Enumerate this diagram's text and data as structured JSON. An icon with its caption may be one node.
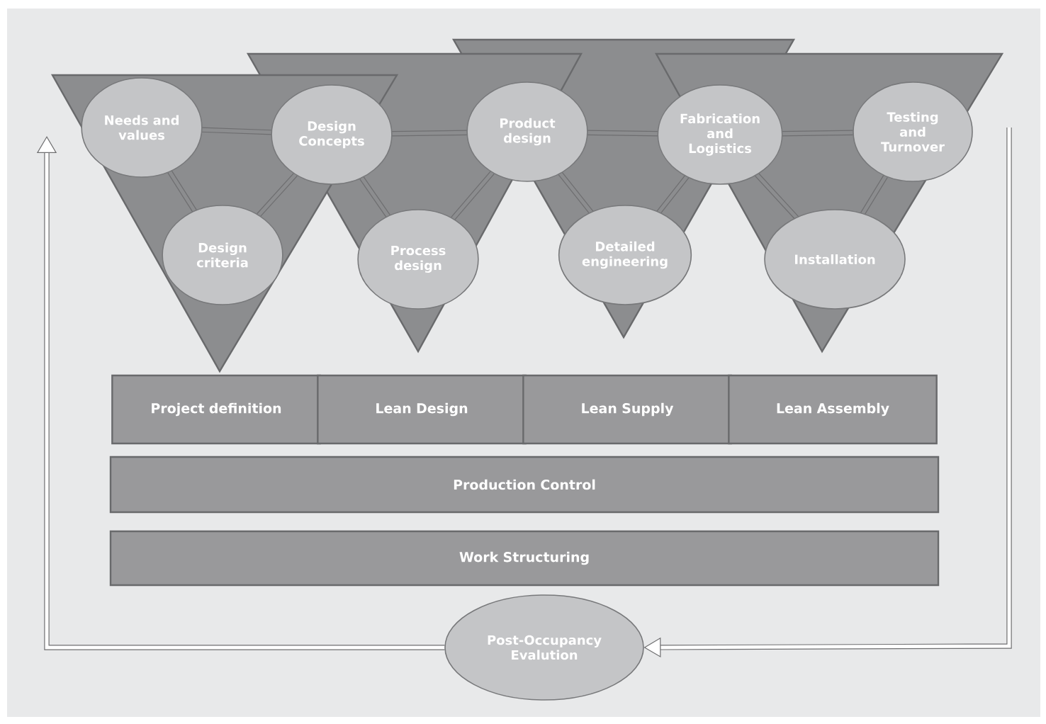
{
  "diagram": {
    "nodes": [
      {
        "text": [
          "Needs and values"
        ]
      },
      {
        "text": [
          "Design Concepts"
        ]
      },
      {
        "text": [
          "Product design"
        ]
      },
      {
        "text": [
          "Fabrication and Logistics"
        ]
      },
      {
        "text": [
          "Testing and Turnover"
        ]
      },
      {
        "text": [
          "Design criteria"
        ]
      },
      {
        "text": [
          "Process design"
        ]
      },
      {
        "text": [
          "Detailed engineering"
        ]
      },
      {
        "text": [
          "Installation"
        ]
      },
      {
        "text": [
          "Project definition"
        ]
      },
      {
        "text": [
          "Lean Design"
        ]
      },
      {
        "text": [
          "Lean Supply"
        ]
      },
      {
        "text": [
          "Lean Assembly"
        ]
      },
      {
        "text": [
          "Production Control"
        ]
      },
      {
        "text": [
          "Work Structuring"
        ]
      },
      {
        "text": [
          "Post-Occupancy Evalution"
        ]
      }
    ],
    "edges": [
      {
        "from": 0,
        "to": 1,
        "arrow": "none"
      },
      {
        "from": 0,
        "to": 5,
        "arrow": "none"
      },
      {
        "from": 5,
        "to": 1,
        "arrow": "none"
      },
      {
        "from": 1,
        "to": 2,
        "arrow": "none"
      },
      {
        "from": 1,
        "to": 6,
        "arrow": "none"
      },
      {
        "from": 6,
        "to": 2,
        "arrow": "none"
      },
      {
        "from": 2,
        "to": 3,
        "arrow": "none"
      },
      {
        "from": 2,
        "to": 7,
        "arrow": "none"
      },
      {
        "from": 7,
        "to": 3,
        "arrow": "none"
      },
      {
        "from": 3,
        "to": 4,
        "arrow": "none"
      },
      {
        "from": 3,
        "to": 8,
        "arrow": "none"
      },
      {
        "from": 8,
        "to": 4,
        "arrow": "none"
      },
      {
        "from": null,
        "to": 15,
        "arrow": "to"
      },
      {
        "from": 15,
        "to": null,
        "arrow": "to"
      }
    ]
  }
}
